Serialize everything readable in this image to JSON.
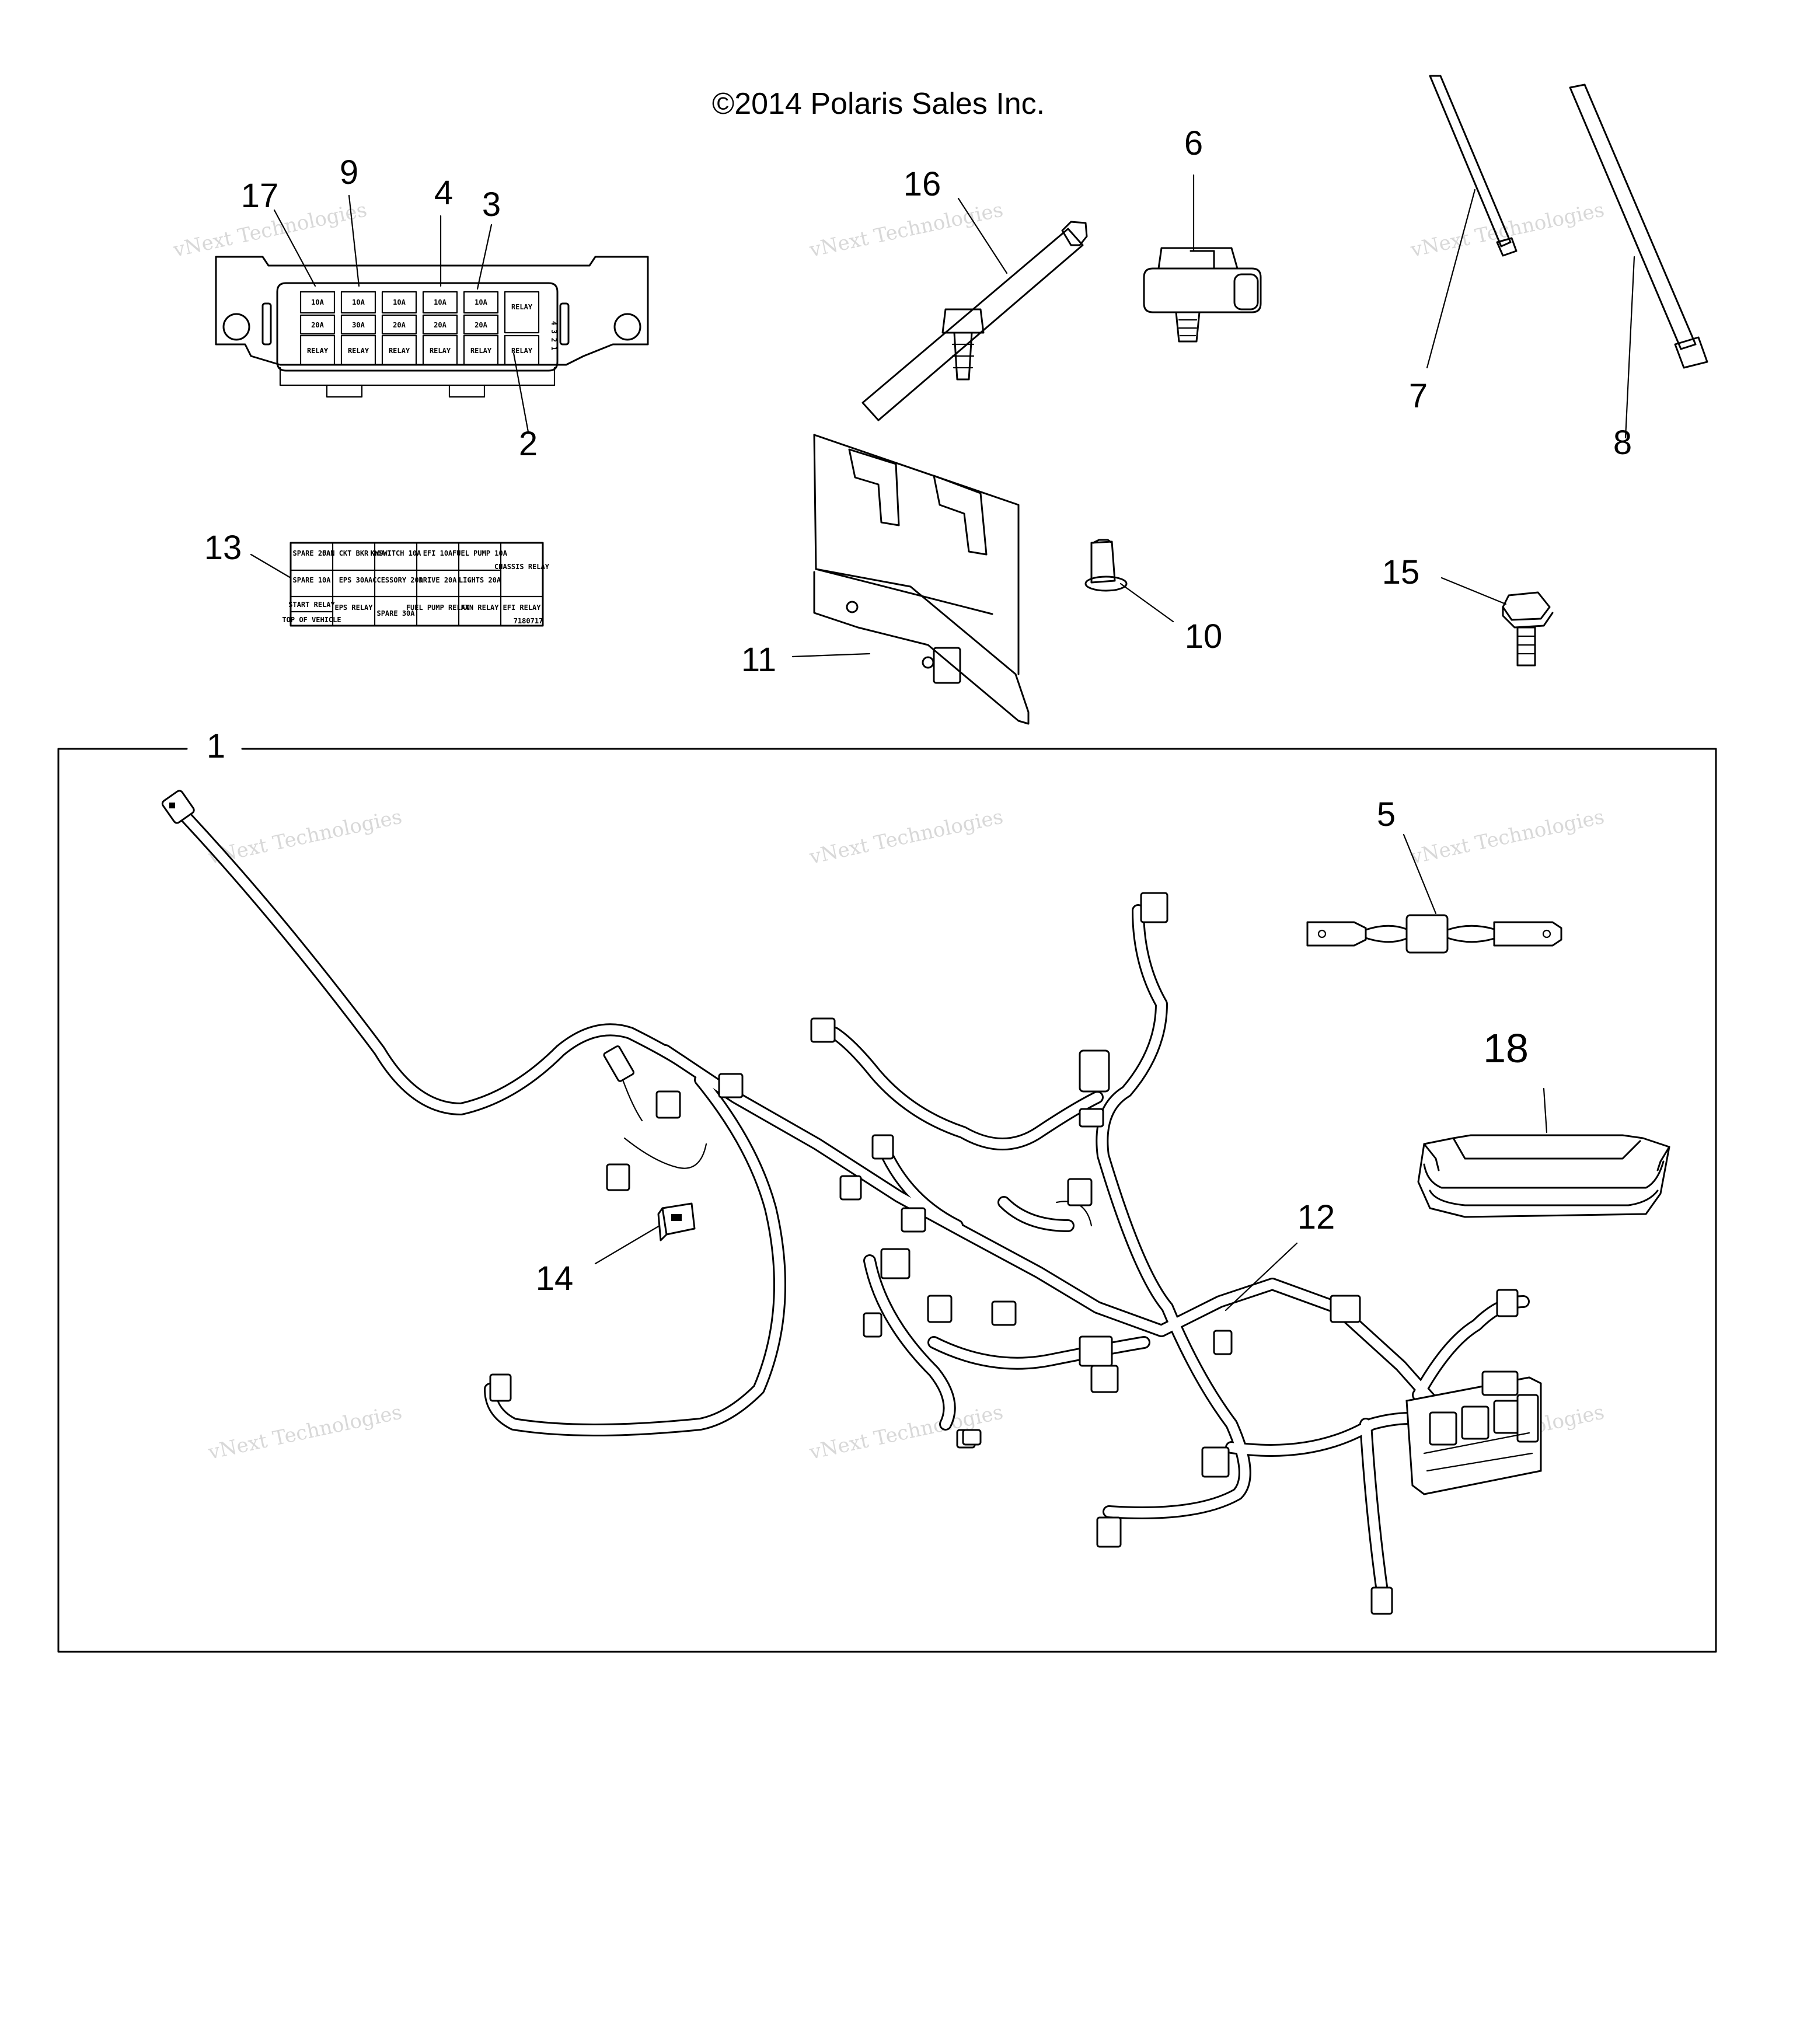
{
  "copyright": "©2014 Polaris Sales Inc.",
  "watermark": {
    "line1": "vNext Technologies",
    "line2": "Technologies",
    "line3": "vNext"
  },
  "callouts": {
    "c1": "1",
    "c2": "2",
    "c3": "3",
    "c4": "4",
    "c5": "5",
    "c6": "6",
    "c7": "7",
    "c8": "8",
    "c9": "9",
    "c10": "10",
    "c11": "11",
    "c12": "12",
    "c13": "13",
    "c14": "14",
    "c15": "15",
    "c16": "16",
    "c17": "17",
    "c18": "18"
  },
  "fuse_label_decal": {
    "rows": [
      [
        "SPARE 20A",
        "FAN CKT BKR 20A",
        "KWSWITCH 10A",
        "EFI 10A",
        "FUEL PUMP 10A",
        "CHASSIS RELAY"
      ],
      [
        "SPARE 10A",
        "EPS 30A",
        "ACCESSORY 20A",
        "DRIVE 20A",
        "LIGHTS 20A",
        ""
      ],
      [
        "START RELAY",
        "EPS RELAY",
        "SPARE 30A",
        "FUEL PUMP RELAY",
        "FAN RELAY",
        "EFI RELAY"
      ]
    ],
    "footer": "TOP OF VEHICLE",
    "part_no": "7180717"
  },
  "fuse_box": {
    "fuse_row1": [
      "10A",
      "10A",
      "10A",
      "10A",
      "10A",
      "RELAY"
    ],
    "fuse_row2": [
      "20A",
      "30A",
      "20A",
      "20A",
      "20A",
      "RELAY"
    ],
    "relay_row": [
      "RELAY",
      "RELAY",
      "RELAY",
      "RELAY",
      "RELAY",
      "RELAY"
    ],
    "side_numbers": "4 3 2 1"
  }
}
